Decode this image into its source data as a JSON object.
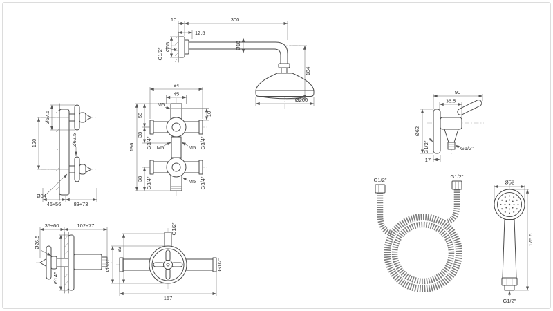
{
  "drawing": {
    "line_color": "#4a4a4a",
    "dim_color": "#6a6a6a",
    "text_color": "#333333"
  },
  "shower_arm": {
    "dim_10": "10",
    "dim_12_5": "12.5",
    "dim_300": "300",
    "dia_55": "Ø55",
    "thread": "G1/2\"",
    "dia_18": "Ø18",
    "dim_184": "184",
    "dia_200": "Ø200"
  },
  "valve_side": {
    "dia_67_5": "Ø67.5",
    "dia_62_5": "Ø62.5",
    "dim_120": "120",
    "dia_34": "Ø34",
    "range_46_56": "46÷56",
    "range_83_73": "83÷73"
  },
  "valve_body": {
    "dim_84": "84",
    "dim_45": "45",
    "dim_58": "58",
    "dim_38_top": "38",
    "dim_38_bottom": "38",
    "dim_196": "196",
    "dim_10": "10",
    "m5_top": "M5",
    "m5_mid_left": "M5",
    "m5_mid_right": "M5",
    "m5_bottom": "M5",
    "g34_top_left": "G3/4\"",
    "g34_top_right": "G3/4\"",
    "g34_bottom_left": "G3/4\"",
    "g34_bottom_right": "G3/4\""
  },
  "valve_concealed_side": {
    "range_35_60": "35÷60",
    "range_102_77": "102÷77",
    "dia_26_5": "Ø26.5",
    "dia_145": "Ø145"
  },
  "valve_concealed_front": {
    "thread_top": "G1/2\"",
    "dia_63_5": "Ø63.5",
    "dim_83": "83",
    "dim_157": "157",
    "thread_right": "G1/2\""
  },
  "holder": {
    "dim_90": "90",
    "dim_36_5": "36.5",
    "dia_62": "Ø62",
    "thread_left": "G1/2\"",
    "thread_right": "G1/2\"",
    "dim_17": "17"
  },
  "hose": {
    "thread_left": "G1/2\"",
    "thread_right": "G1/2\""
  },
  "handshower": {
    "dia_52": "Ø52",
    "dim_175_5": "175.5",
    "thread_bottom": "G1/2\""
  }
}
